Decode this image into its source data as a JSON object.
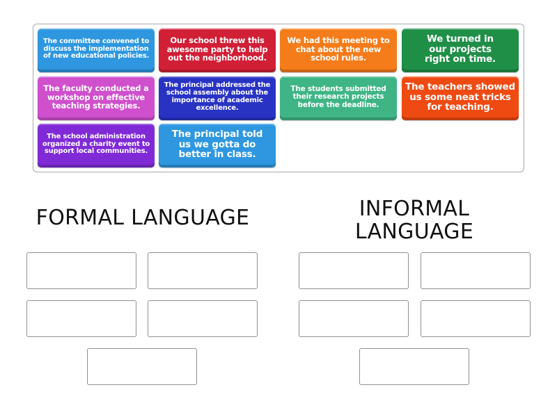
{
  "cards": [
    {
      "text": "The committee convened to discuss the implementation of new educational policies.",
      "color": "#2e97e0"
    },
    {
      "text": "Our school threw this awesome party to help out the neighborhood.",
      "color": "#d11f36"
    },
    {
      "text": "We had this meeting to chat about the new school rules.",
      "color": "#f57c1a"
    },
    {
      "text": "We turned in our projects right on time.",
      "color": "#1f8f47"
    },
    {
      "text": "The faculty conducted a workshop on effective teaching strategies.",
      "color": "#cf4fcc"
    },
    {
      "text": "The principal addressed the school assembly about the importance of academic excellence.",
      "color": "#2833c4"
    },
    {
      "text": "The students submitted their research projects before the deadline.",
      "color": "#3fb585"
    },
    {
      "text": "The teachers showed us some neat tricks for teaching.",
      "color": "#ee4a12"
    },
    {
      "text": "The school administration organized a charity event to support local communities.",
      "color": "#7f2ad6"
    },
    {
      "text": "The principal told us we gotta do better in class.",
      "color": "#2e97e0"
    }
  ],
  "groups": [
    {
      "title": "FORMAL LANGUAGE",
      "slots": 5
    },
    {
      "title": "INFORMAL LANGUAGE",
      "slots": 5
    }
  ]
}
